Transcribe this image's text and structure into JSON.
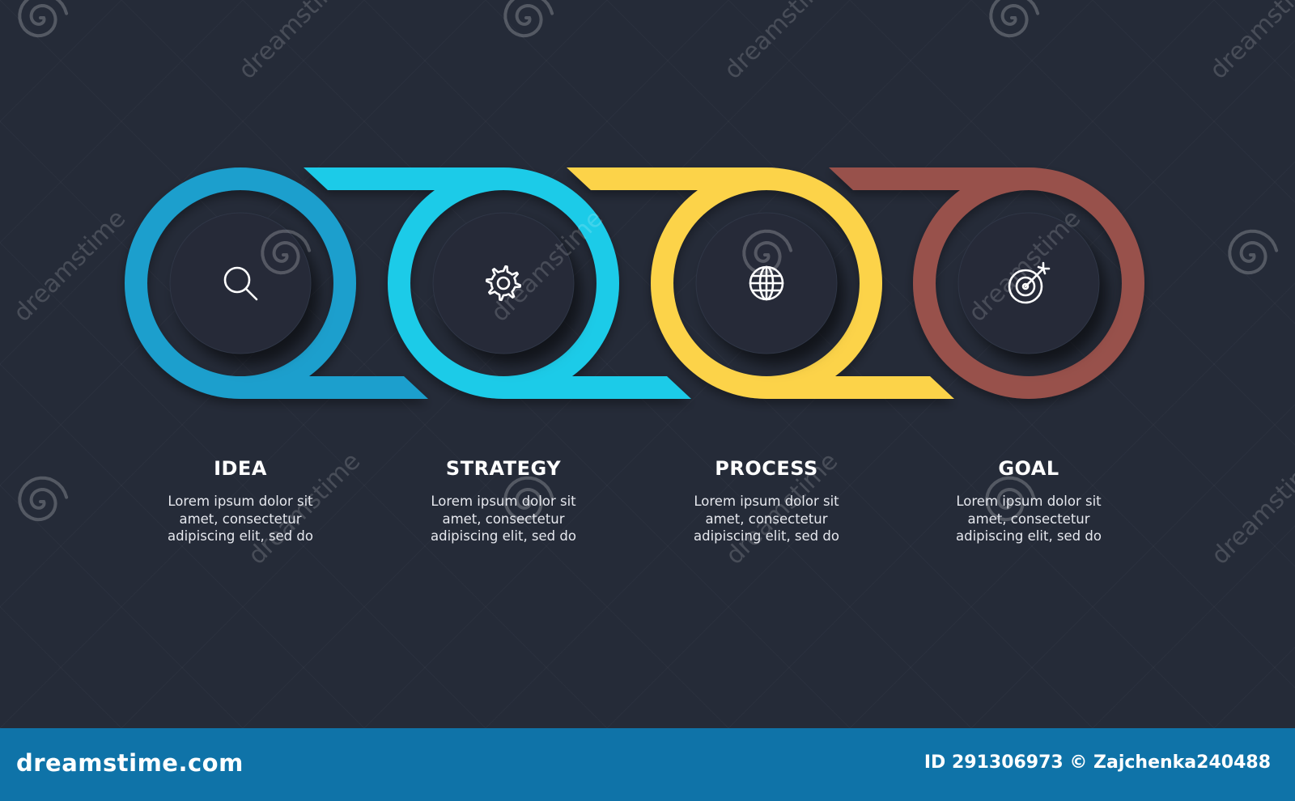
{
  "colors": {
    "background": "#252b38",
    "footer": "#0f73a8",
    "step1": "#1a9fcd",
    "step2": "#1dcbe8",
    "step3": "#fcd34a",
    "step4": "#98514c",
    "disc": "#262c39",
    "icon": "#ffffff"
  },
  "steps": [
    {
      "title": "IDEA",
      "desc": [
        "Lorem ipsum dolor sit",
        "amet, consectetur",
        "adipiscing elit, sed do"
      ],
      "icon": "magnifier-icon"
    },
    {
      "title": "STRATEGY",
      "desc": [
        "Lorem ipsum dolor sit",
        "amet, consectetur",
        "adipiscing elit, sed do"
      ],
      "icon": "gear-icon"
    },
    {
      "title": "PROCESS",
      "desc": [
        "Lorem ipsum dolor sit",
        "amet, consectetur",
        "adipiscing elit, sed do"
      ],
      "icon": "globe-icon"
    },
    {
      "title": "GOAL",
      "desc": [
        "Lorem ipsum dolor sit",
        "amet, consectetur",
        "adipiscing elit, sed do"
      ],
      "icon": "target-icon"
    }
  ],
  "watermark": {
    "text": "dreamstime",
    "brand": "dreamstime.com",
    "credit": "ID 291306973 © Zajchenka240488"
  }
}
